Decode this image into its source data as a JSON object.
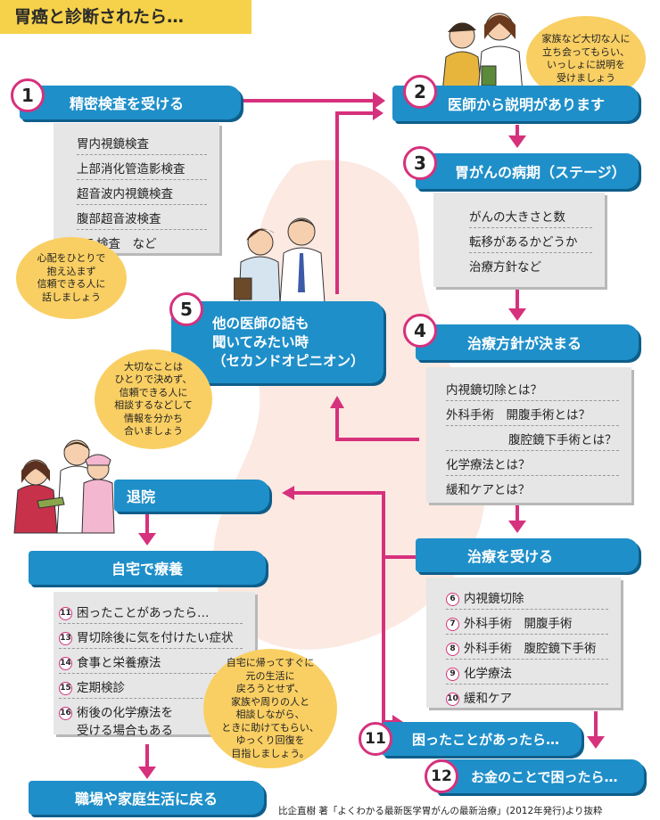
{
  "title": "胃癌と診断されたら…",
  "steps": {
    "s1": {
      "num": "1",
      "label": "精密検査を受ける",
      "items": [
        "胃内視鏡検査",
        "上部消化管造影検査",
        "超音波内視鏡検査",
        "腹部超音波検査",
        "CT 検査　など"
      ]
    },
    "s2": {
      "num": "2",
      "label": "医師から説明があります"
    },
    "s3": {
      "num": "3",
      "label": "胃がんの病期（ステージ）",
      "items": [
        "がんの大きさと数",
        "転移があるかどうか",
        "治療方針など"
      ]
    },
    "s4": {
      "num": "4",
      "label": "治療方針が決まる",
      "items": [
        "内視鏡切除とは？",
        "外科手術　開腹手術とは？",
        "腹腔鏡下手術とは？",
        "化学療法とは？",
        "緩和ケアとは？"
      ]
    },
    "s5": {
      "num": "5",
      "label_lines": [
        "他の医師の話も",
        "聞いてみたい時",
        "（セカンドオピニオン）"
      ]
    },
    "treat": {
      "label": "治療を受ける",
      "items": [
        {
          "n": "6",
          "t": "内視鏡切除"
        },
        {
          "n": "7",
          "t": "外科手術　開腹手術"
        },
        {
          "n": "8",
          "t": "外科手術　腹腔鏡下手術"
        },
        {
          "n": "9",
          "t": "化学療法"
        },
        {
          "n": "10",
          "t": "緩和ケア"
        }
      ]
    },
    "s11": {
      "num": "11",
      "label": "困ったことがあったら…"
    },
    "s12": {
      "num": "12",
      "label": "お金のことで困ったら…"
    },
    "discharge": {
      "label": "退院"
    },
    "home": {
      "label": "自宅で療養",
      "items": [
        {
          "n": "11",
          "t": "困ったことがあったら…"
        },
        {
          "n": "13",
          "t": "胃切除後に気を付けたい症状"
        },
        {
          "n": "14",
          "t": "食事と栄養療法"
        },
        {
          "n": "15",
          "t": "定期検診"
        },
        {
          "n": "16",
          "t": "術後の化学療法を",
          "t2": "受ける場合もある"
        }
      ]
    },
    "work": {
      "label": "職場や家庭生活に戻る"
    }
  },
  "bubbles": {
    "b1": [
      "家族など大切な人に",
      "立ち会ってもらい、",
      "いっしょに説明を",
      "受けましょう"
    ],
    "b2": [
      "心配をひとりで",
      "抱え込まず",
      "信頼できる人に",
      "話しましょう"
    ],
    "b3": [
      "大切なことは",
      "ひとりで決めず、",
      "信頼できる人に",
      "相談するなどして",
      "情報を分かち",
      "合いましょう"
    ],
    "b4": [
      "自宅に帰ってすぐに",
      "元の生活に",
      "戻ろうとせず、",
      "家族や周りの人と",
      "相談しながら、",
      "ときに助けてもらい、",
      "ゆっくり回復を",
      "目指しましょう。"
    ]
  },
  "source": "比企直樹 著「よくわかる最新医学胃がんの最新治療」(2012年発行)より抜粋",
  "colors": {
    "blue": "#1f8fc9",
    "pink": "#d6317c",
    "yellow": "#f6d24a",
    "gray": "#e6e6e6",
    "bubble": "#f9cf63"
  }
}
